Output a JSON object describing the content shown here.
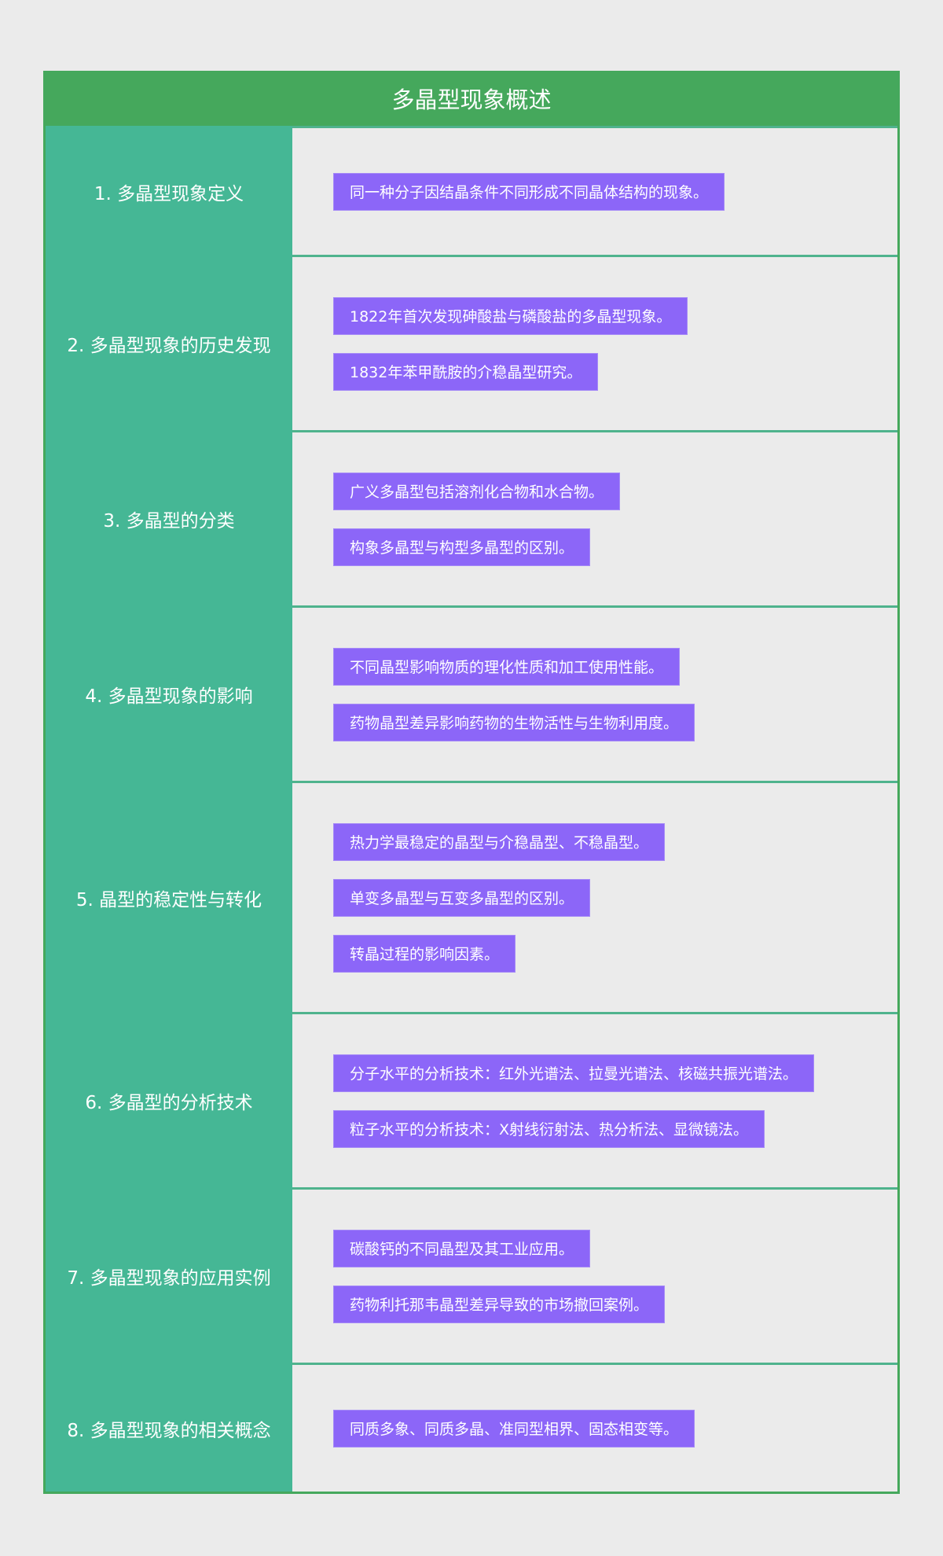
{
  "title": "多晶型现象概述",
  "colors": {
    "background": "#ebebeb",
    "header": "#45a85c",
    "label_column": "#45b795",
    "separator": "#4fb38d",
    "pill": "#8c66f8",
    "text": "#ffffff"
  },
  "sections": [
    {
      "label": "1. 多晶型现象定义",
      "items": [
        "同一种分子因结晶条件不同形成不同晶体结构的现象。"
      ]
    },
    {
      "label": "2. 多晶型现象的历史发现",
      "items": [
        "1822年首次发现砷酸盐与磷酸盐的多晶型现象。",
        "1832年苯甲酰胺的介稳晶型研究。"
      ]
    },
    {
      "label": "3. 多晶型的分类",
      "items": [
        "广义多晶型包括溶剂化合物和水合物。",
        "构象多晶型与构型多晶型的区别。"
      ]
    },
    {
      "label": "4. 多晶型现象的影响",
      "items": [
        "不同晶型影响物质的理化性质和加工使用性能。",
        "药物晶型差异影响药物的生物活性与生物利用度。"
      ]
    },
    {
      "label": "5. 晶型的稳定性与转化",
      "items": [
        "热力学最稳定的晶型与介稳晶型、不稳晶型。",
        "单变多晶型与互变多晶型的区别。",
        "转晶过程的影响因素。"
      ]
    },
    {
      "label": "6. 多晶型的分析技术",
      "items": [
        "分子水平的分析技术：红外光谱法、拉曼光谱法、核磁共振光谱法。",
        "粒子水平的分析技术：X射线衍射法、热分析法、显微镜法。"
      ]
    },
    {
      "label": "7. 多晶型现象的应用实例",
      "items": [
        "碳酸钙的不同晶型及其工业应用。",
        "药物利托那韦晶型差异导致的市场撤回案例。"
      ]
    },
    {
      "label": "8. 多晶型现象的相关概念",
      "items": [
        "同质多象、同质多晶、准同型相界、固态相变等。"
      ]
    }
  ]
}
